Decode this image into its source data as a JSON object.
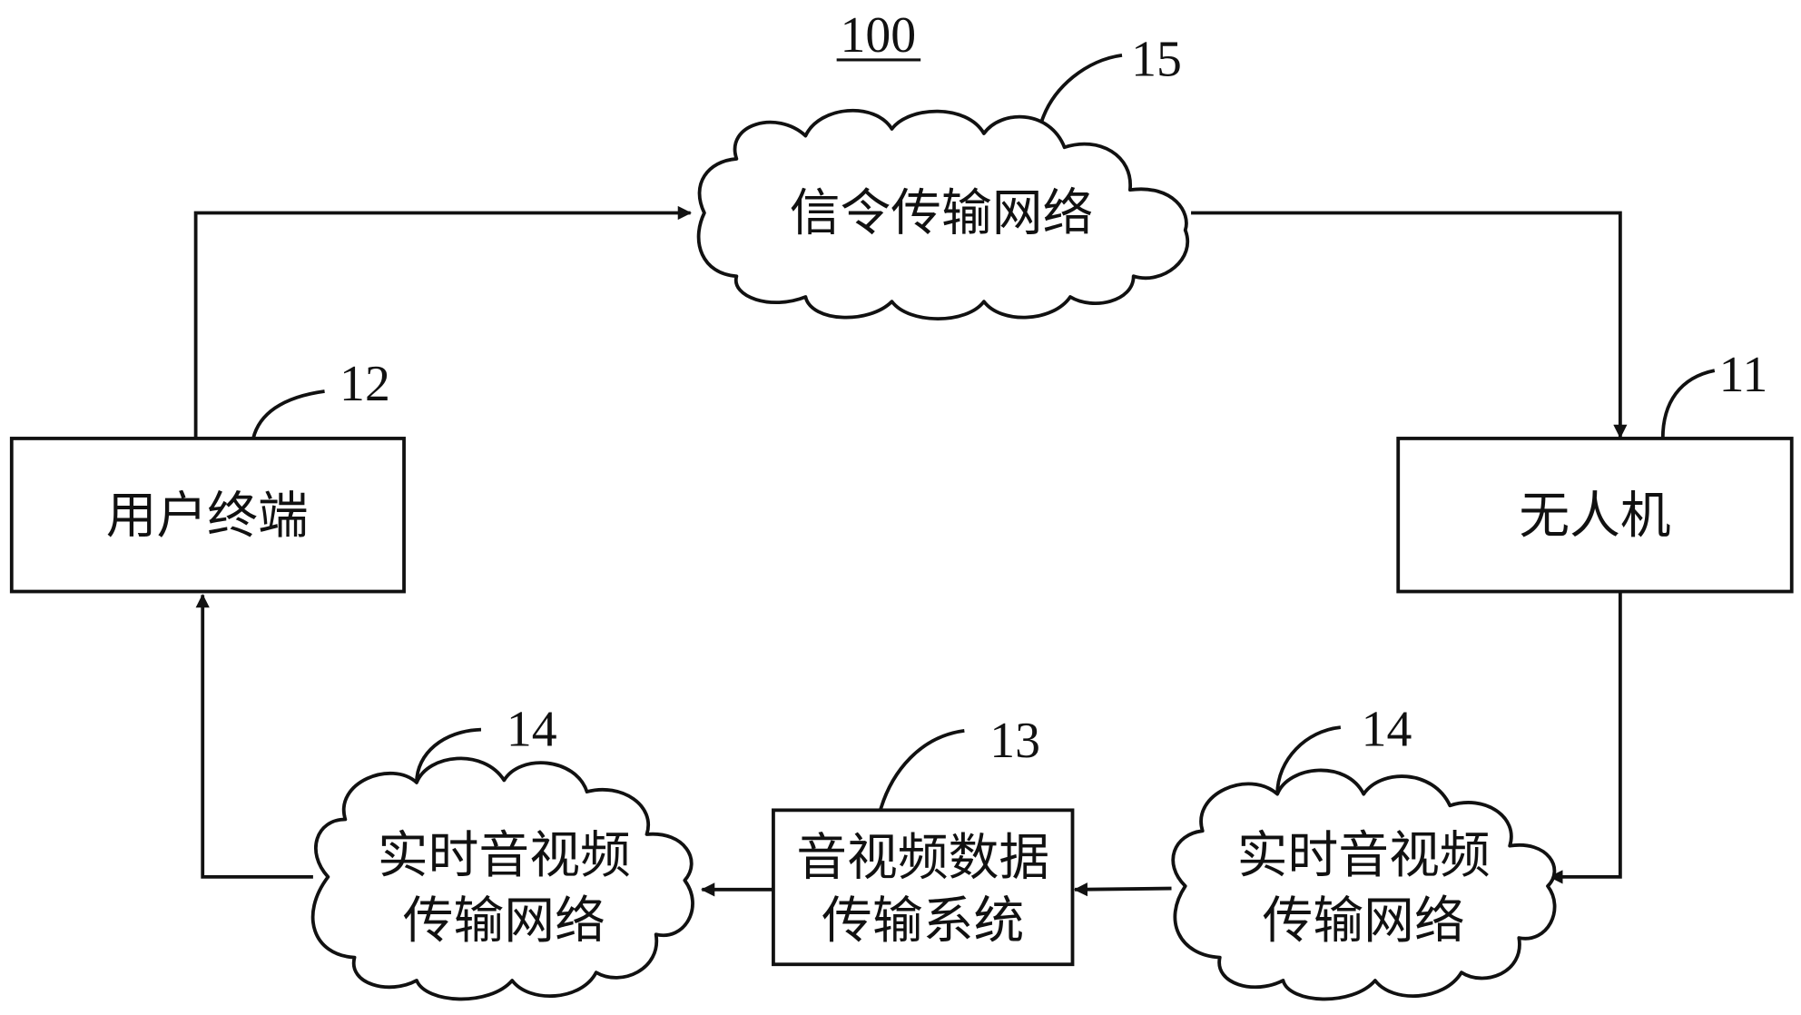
{
  "figure": {
    "label": "100"
  },
  "nodes": {
    "drone": {
      "ref": "11",
      "label": "无人机"
    },
    "user_terminal": {
      "ref": "12",
      "label": "用户终端"
    },
    "av_system": {
      "ref": "13",
      "lines": [
        "音视频数据",
        "传输系统"
      ]
    },
    "rt_network_right": {
      "ref": "14",
      "lines": [
        "实时音视频",
        "传输网络"
      ]
    },
    "rt_network_left": {
      "ref": "14",
      "lines": [
        "实时音视频",
        "传输网络"
      ]
    },
    "signaling_network": {
      "ref": "15",
      "label": "信令传输网络"
    }
  },
  "edges": [
    {
      "from": "user_terminal",
      "to": "signaling_network"
    },
    {
      "from": "signaling_network",
      "to": "drone"
    },
    {
      "from": "drone",
      "to": "rt_network_right"
    },
    {
      "from": "rt_network_right",
      "to": "av_system"
    },
    {
      "from": "av_system",
      "to": "rt_network_left"
    },
    {
      "from": "rt_network_left",
      "to": "user_terminal"
    }
  ]
}
